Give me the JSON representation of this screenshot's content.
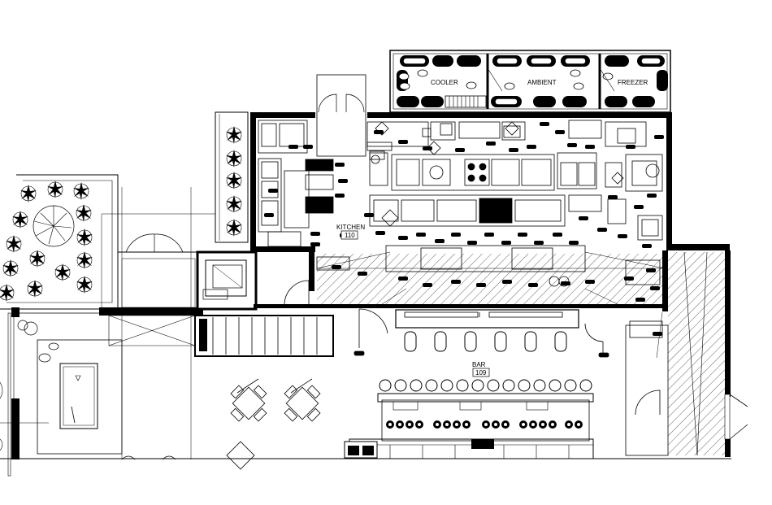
{
  "drawing": {
    "rooms": {
      "cooler": {
        "name": "COOLER"
      },
      "ambient": {
        "name": "AMBIENT"
      },
      "freezer": {
        "name": "FREEZER"
      },
      "kitchen": {
        "name": "KITCHEN",
        "number": "110"
      },
      "bar": {
        "name": "BAR",
        "number": "109"
      }
    },
    "colors": {
      "line": "#000000",
      "background": "#ffffff",
      "hatch": "#000000"
    }
  }
}
